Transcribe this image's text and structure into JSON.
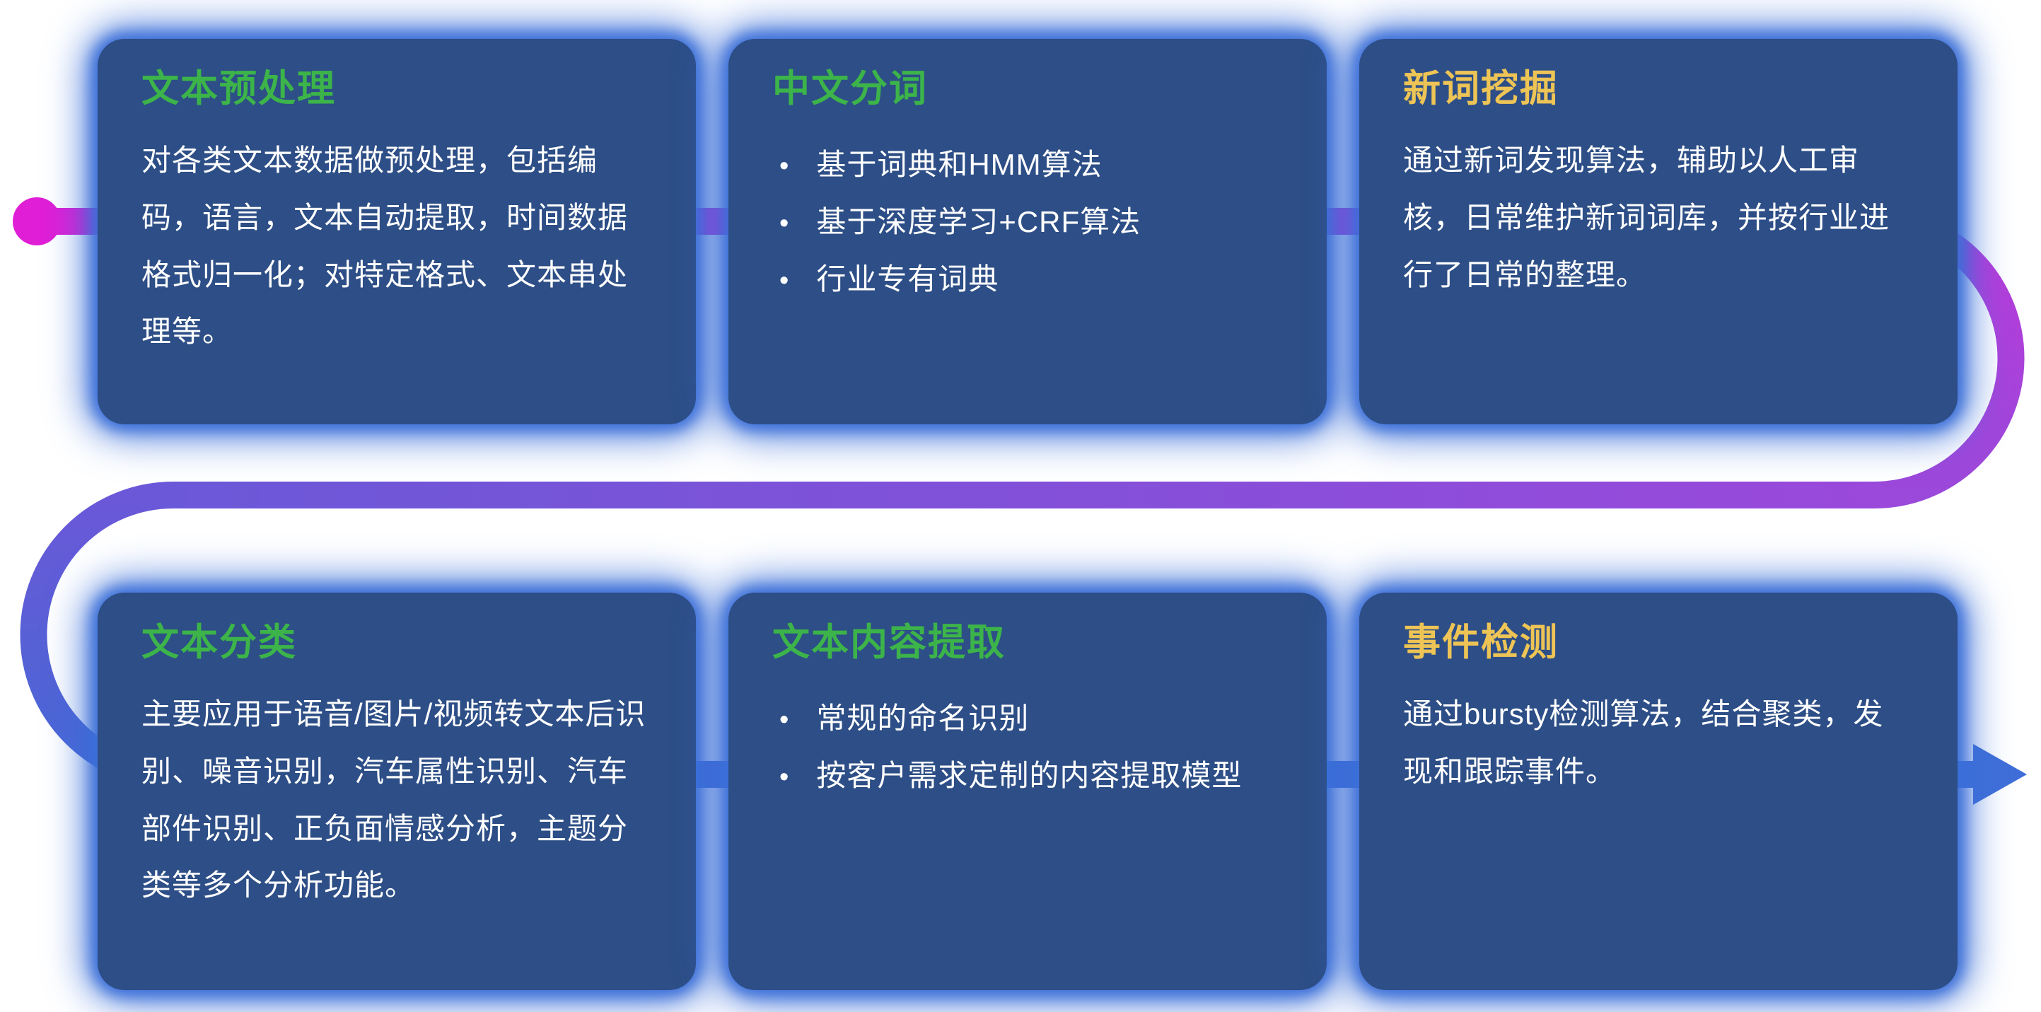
{
  "cards": [
    {
      "title": "文本预处理",
      "title_color": "green",
      "type": "paragraph",
      "body": "对各类文本数据做预处理，包括编码，语言，文本自动提取，时间数据格式归一化；对特定格式、文本串处理等。"
    },
    {
      "title": "中文分词",
      "title_color": "green",
      "type": "bullets",
      "bullets": [
        "基于词典和HMM算法",
        "基于深度学习+CRF算法",
        "行业专有词典"
      ]
    },
    {
      "title": "新词挖掘",
      "title_color": "yellow",
      "type": "paragraph",
      "body": "通过新词发现算法，辅助以人工审核，日常维护新词词库，并按行业进行了日常的整理。"
    },
    {
      "title": "文本分类",
      "title_color": "green",
      "type": "paragraph",
      "body": "主要应用于语音/图片/视频转文本后识别、噪音识别，汽车属性识别、汽车部件识别、正负面情感分析，主题分类等多个分析功能。"
    },
    {
      "title": "文本内容提取",
      "title_color": "green",
      "type": "bullets",
      "bullets": [
        "常规的命名识别",
        "按客户需求定制的内容提取模型"
      ]
    },
    {
      "title": "事件检测",
      "title_color": "yellow",
      "type": "paragraph",
      "body": "通过bursty检测算法，结合聚类，发现和跟踪事件。"
    }
  ],
  "flow": {
    "start_marker": "magenta-dot",
    "end_marker": "blue-arrow",
    "direction": "serpentine-left-to-right-then-back-then-right"
  },
  "colors": {
    "page_bg": "#ffffff",
    "card_bg": "#2d4e86",
    "card_glow": "#3b6fd8",
    "title_green": "#3cb44a",
    "title_yellow": "#edc455",
    "body_text": "#ffffff",
    "flow_start": "#e01ed6",
    "flow_p1": "#bb3ad9",
    "flow_p2": "#9a49da",
    "flow_p3": "#6b58d8",
    "flow_p4": "#4668d5",
    "flow_end": "#3f6ed8"
  },
  "misc": {
    "bullet_glyph": "•"
  }
}
